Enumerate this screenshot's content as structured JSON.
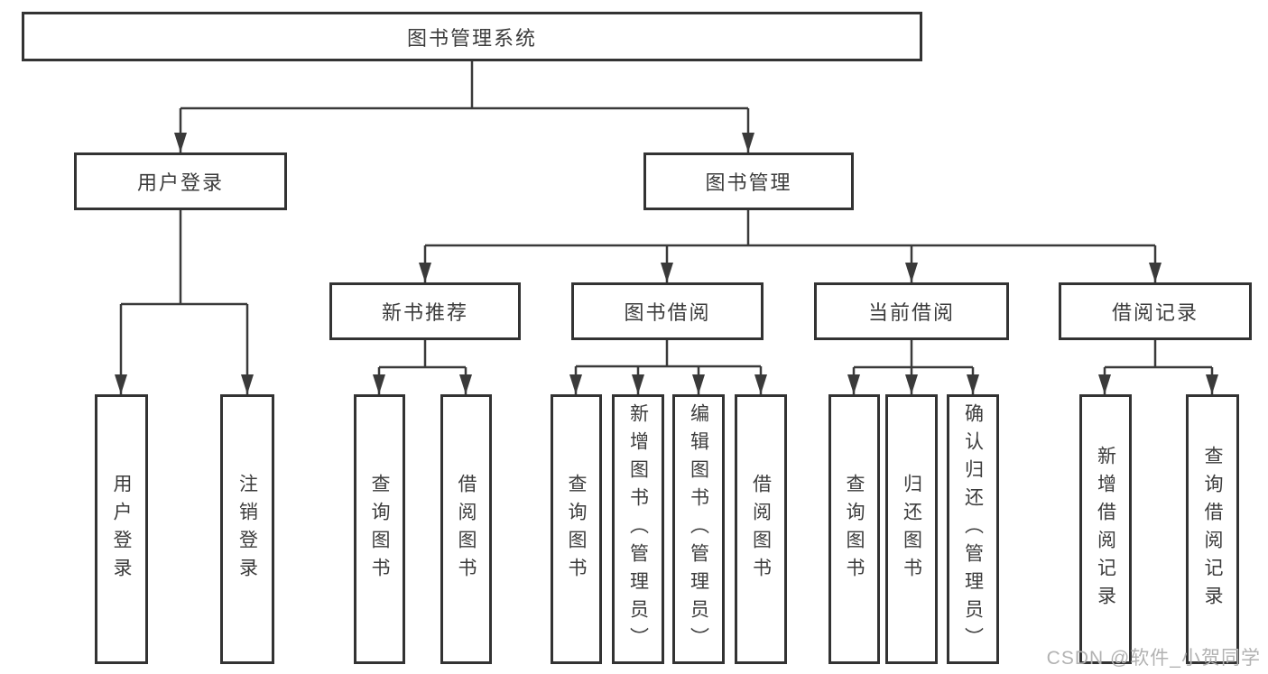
{
  "diagram": {
    "title": "图书管理系统",
    "branches": [
      {
        "label": "用户登录",
        "children": [
          {
            "label": "用户登录"
          },
          {
            "label": "注销登录"
          }
        ]
      },
      {
        "label": "图书管理",
        "children": [
          {
            "label": "新书推荐",
            "children": [
              {
                "label": "查询图书"
              },
              {
                "label": "借阅图书"
              }
            ]
          },
          {
            "label": "图书借阅",
            "children": [
              {
                "label": "查询图书"
              },
              {
                "label": "新增图书（管理员）"
              },
              {
                "label": "编辑图书（管理员）"
              },
              {
                "label": "借阅图书"
              }
            ]
          },
          {
            "label": "当前借阅",
            "children": [
              {
                "label": "查询图书"
              },
              {
                "label": "归还图书"
              },
              {
                "label": "确认归还（管理员）"
              }
            ]
          },
          {
            "label": "借阅记录",
            "children": [
              {
                "label": "新增借阅记录"
              },
              {
                "label": "查询借阅记录"
              }
            ]
          }
        ]
      }
    ]
  },
  "watermark": "CSDN @软件_小贺同学",
  "colors": {
    "line": "#3a3a3a",
    "border": "#333333",
    "text": "#3c3c3c",
    "watermark": "#b2b2b2",
    "background": "#ffffff"
  }
}
